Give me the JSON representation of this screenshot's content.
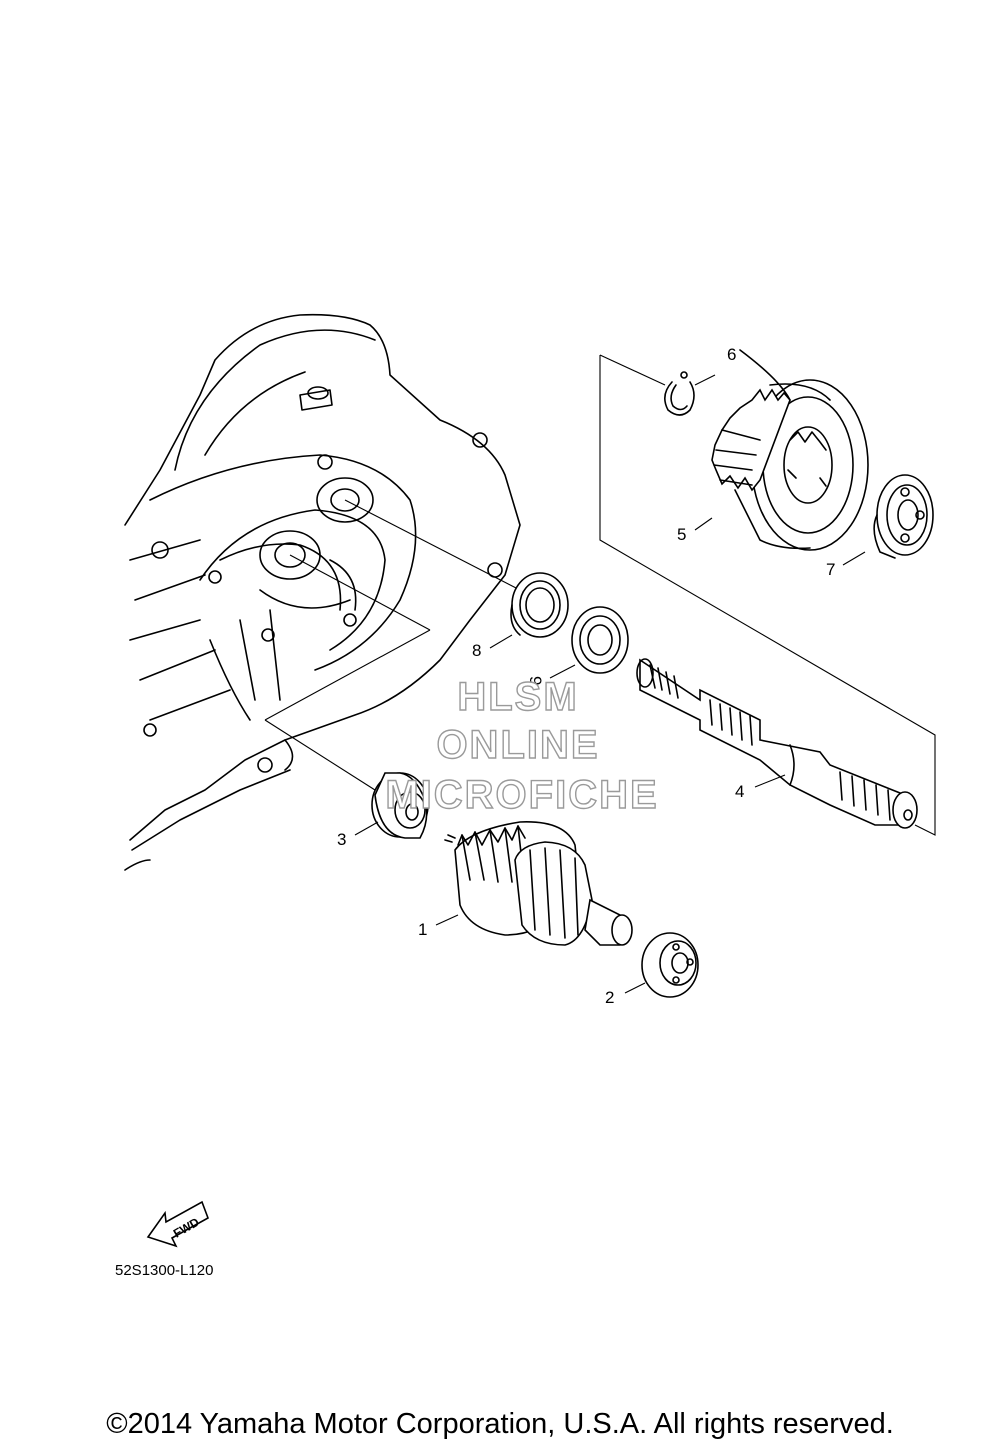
{
  "callouts": [
    "1",
    "2",
    "3",
    "4",
    "5",
    "6",
    "7",
    "8",
    "9"
  ],
  "watermark": {
    "line1": "HLSM",
    "line2": "ONLINE",
    "line3": "MICROFICHE"
  },
  "fwd_arrow": {
    "label": "FWD",
    "icon": "fwd-arrow-icon"
  },
  "drawing_code": "52S1300-L120",
  "copyright": "©2014 Yamaha Motor Corporation, U.S.A. All rights reserved."
}
